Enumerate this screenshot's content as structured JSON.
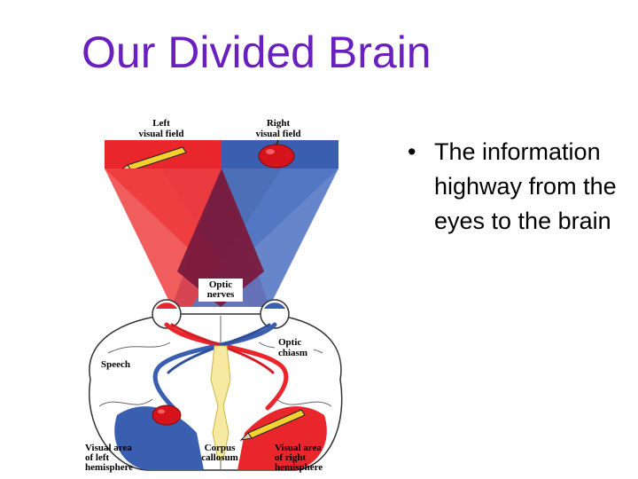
{
  "slide": {
    "title": "Our Divided Brain",
    "bullet": "The information highway from the eyes to the brain"
  },
  "diagram": {
    "labels": {
      "left_field_1": "Left",
      "left_field_2": "visual field",
      "right_field_1": "Right",
      "right_field_2": "visual field",
      "optic_nerves_1": "Optic",
      "optic_nerves_2": "nerves",
      "optic_chiasm_1": "Optic",
      "optic_chiasm_2": "chiasm",
      "speech": "Speech",
      "visual_left_1": "Visual area",
      "visual_left_2": "of left",
      "visual_left_3": "hemisphere",
      "corpus_1": "Corpus",
      "corpus_2": "callosum",
      "visual_right_1": "Visual area",
      "visual_right_2": "of right",
      "visual_right_3": "hemisphere"
    },
    "colors": {
      "left_field": "#e8262c",
      "right_field": "#3a5fb0",
      "overlap": "#7a1a3c",
      "corpus": "#f7e9a0"
    }
  }
}
